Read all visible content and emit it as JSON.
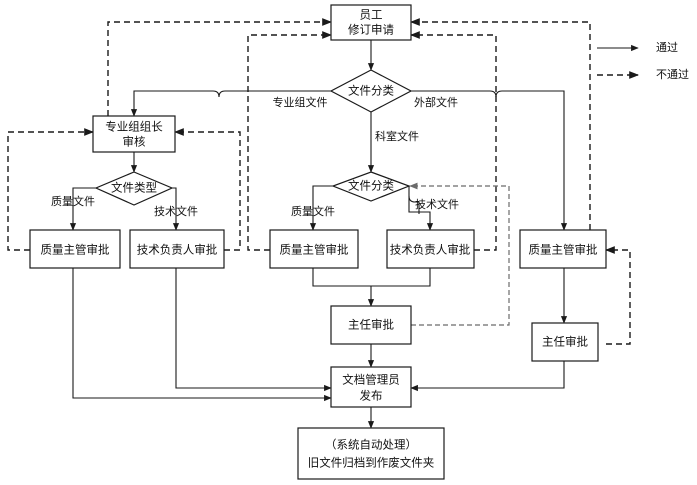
{
  "nodes": {
    "employee": {
      "line1": "员工",
      "line2": "修订申请"
    },
    "classify_top": "文件分类",
    "group_leader": {
      "line1": "专业组组长",
      "line2": "审核"
    },
    "type_left": "文件类型",
    "classify_mid": "文件分类",
    "qa_left": "质量主管审批",
    "tech_left": "技术负责人审批",
    "qa_mid": "质量主管审批",
    "tech_mid": "技术负责人审批",
    "qa_right": "质量主管审批",
    "director_mid": "主任审批",
    "director_right": "主任审批",
    "archivist": {
      "line1": "文档管理员",
      "line2": "发布"
    },
    "auto": {
      "line1": "（系统自动处理）",
      "line2": "旧文件归档到作废文件夹"
    }
  },
  "edge_labels": {
    "pro_group_file": "专业组文件",
    "external_file": "外部文件",
    "dept_file": "科室文件",
    "quality_file_left": "质量文件",
    "tech_file_left": "技术文件",
    "quality_file_mid": "质量文件",
    "tech_file_mid": "技术文件"
  },
  "legend": {
    "pass": "通过",
    "fail": "不通过"
  }
}
